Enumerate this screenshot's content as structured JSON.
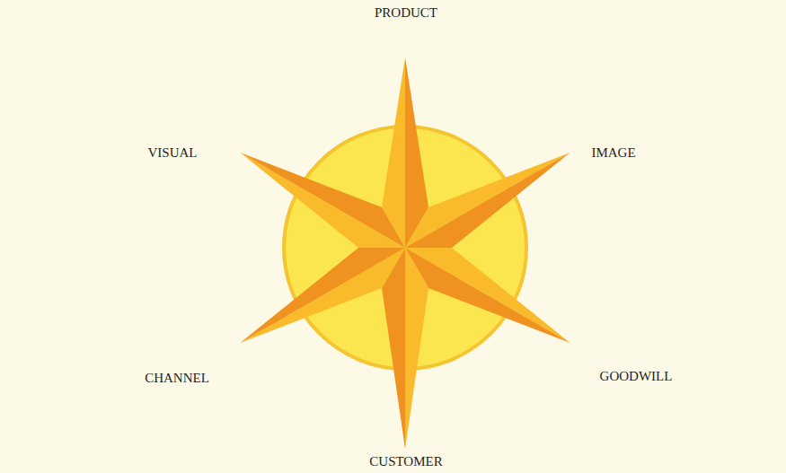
{
  "diagram": {
    "labels": [
      "PRODUCT",
      "VISUAL",
      "IMAGE",
      "CHANNEL",
      "GOODWILL",
      "CUSTOMER"
    ]
  }
}
